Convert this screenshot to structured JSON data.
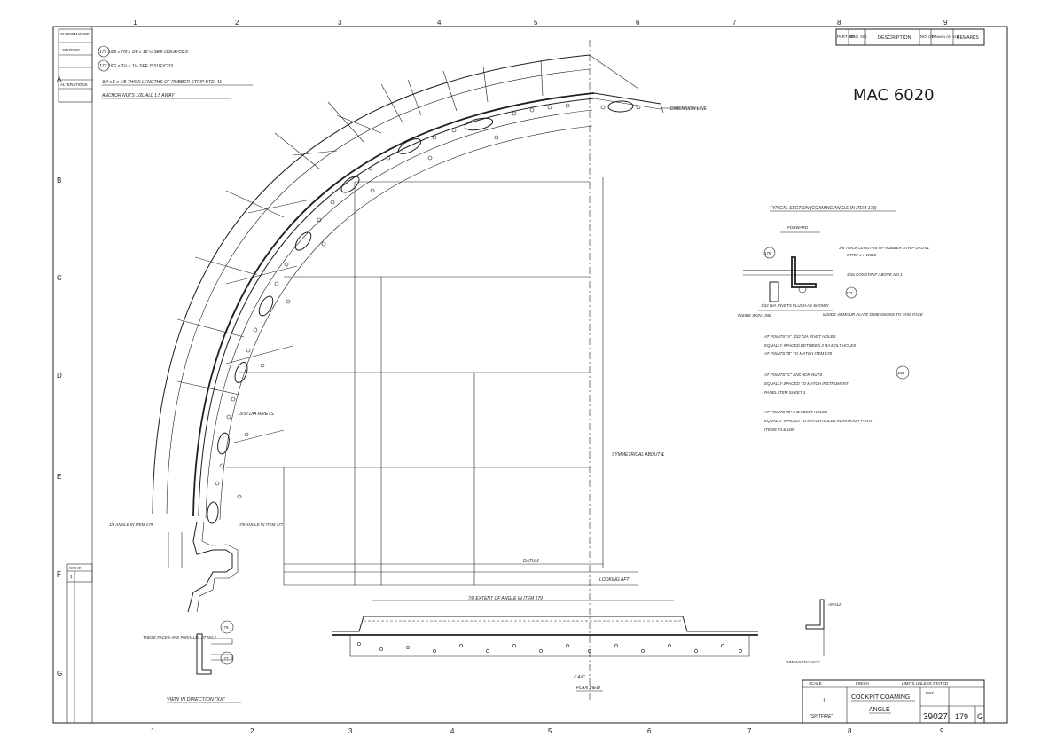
{
  "drawing": {
    "handwritten_number": "MAC 6020",
    "drawing_number": "39027",
    "part_number": "179",
    "issue": "G",
    "title_line1": "COCKPIT COAMING",
    "title_line2": "ANGLE",
    "type": "\"SPITFIRE\"",
    "scale_label": "SCALE",
    "finish_label": "FINISH",
    "limits_label": "LIMITS UNLESS STATED",
    "mat_label": "MAT.",
    "sheet_count": "1"
  },
  "header_table": {
    "cols": [
      "PART NO.",
      "DRG. NO.",
      "DESCRIPTION",
      "NO. OFF",
      "DRAWN ON SHT.",
      "REMARKS"
    ]
  },
  "border": {
    "top_numbers": [
      "1",
      "2",
      "3",
      "4",
      "5",
      "6",
      "7",
      "8",
      "9"
    ],
    "bottom_numbers": [
      "1",
      "2",
      "3",
      "4",
      "5",
      "6",
      "7",
      "8",
      "9"
    ],
    "side_letters": [
      "A",
      "B",
      "C",
      "D",
      "E",
      "F",
      "G"
    ]
  },
  "left_strip": {
    "company": "SUPERMARINE",
    "type": "SPITFIRE",
    "alterations": "ALTERATIONS",
    "issue_col": "ISSUE",
    "issue_row": "1"
  },
  "top_notes": [
    "179  16G x 7/8 x 3/8 x 18 ½  SEE ISSUE/CDS",
    "177  16G x 2½ x 1½  SEE ISSUE/CDS",
    "3/4 x 1 x 1/8 THICK LENGTHS OF RUBBER STRIP DTD. 41",
    "ANCHOR NUTS 1/2L ALL 1.5 AWAY"
  ],
  "labels": {
    "dimension_line": "DIMENSION LINE",
    "symmetrical_about": "SYMMETRICAL ABOUT ℄",
    "datum": "DATUM",
    "looking_aft": "LOOKING AFT",
    "angle_extent": "7/8 EXTENT OF ANGLE IN ITEM 179",
    "plan_view": "PLAN VIEW",
    "centre_mark": "℄ A/C",
    "view_direction": "VIEW IN DIRECTION \"XX\"",
    "these_faces": "THESE FACES ARE PARALLEL AT NO.1",
    "dia_rivets": "3/32 DIA RIVETS",
    "angle_1": "1/8 ANGLE IN ITEM 179",
    "angle_2": "7/8 ANGLE IN ITEM 177",
    "dimension_face": "DIMENSION FACE",
    "angle_sectview": "ANGLE"
  },
  "section": {
    "title": "TYPICAL SECTION (COAMING ANGLE IN ITEM 179)",
    "forward": "FORWARD",
    "rubber_strip": "3/8 THICK LENGTHS OF RUBBER STRIP DTD.41",
    "strip_width": "STRIP x 1 WIDE",
    "constant": "3/16 CONSTANT ABOVE NO.1",
    "rivets_flush": "3/32 DIA RIVETS FLUSH AS SHOWN",
    "inside_skin": "INSIDE SKIN LINE",
    "armour_plate": "INSIDE ARMOUR PLATE DIMENSIONS TO THIS FACE"
  },
  "notes": [
    "AT POINTS \"A\" 3/32 DIA RIVET HOLES",
    "EQUALLY SPACED BETWEEN 2 BA BOLT HOLES",
    "AT POINTS \"B\" TO MATCH ITEM 178",
    "AT POINTS \"C\" ANCHOR NUTS",
    "EQUALLY SPACED TO MATCH INSTRUMENT",
    "PANEL ITEM SHEET 1",
    "AT POINTS \"D\" 2 BA BOLT HOLES",
    "EQUALLY SPACED TO MATCH HOLES IN ARMOUR PLATE",
    "ITEMS 74 & 100"
  ],
  "balloons": [
    "179",
    "177",
    "179",
    "177",
    "183"
  ]
}
